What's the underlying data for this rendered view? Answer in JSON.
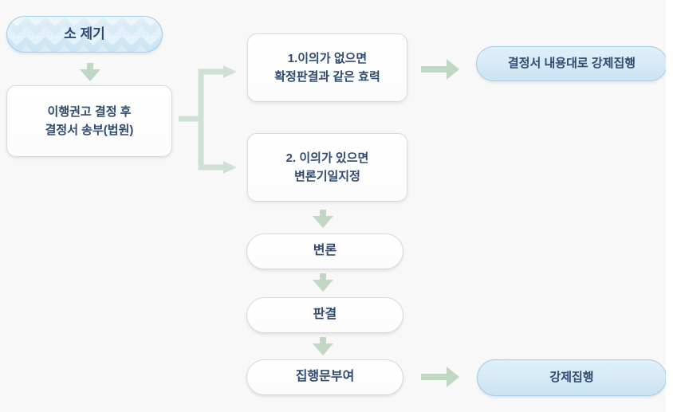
{
  "diagram": {
    "description": "flowchart",
    "nodes": {
      "filing": {
        "label": "소 제기"
      },
      "recommendation": {
        "line1": "이행권고 결정 후",
        "line2": "결정서 송부(법원)"
      },
      "branch_no_objection": {
        "line1": "1.이의가 없으면",
        "line2": "확정판결과 같은 효력"
      },
      "enforcement_per_decision": {
        "label": "결정서 내용대로 강제집행"
      },
      "branch_objection": {
        "line1": "2. 이의가 있으면",
        "line2": "변론기일지정"
      },
      "pleading": {
        "label": "변론"
      },
      "judgment": {
        "label": "판결"
      },
      "execution_clause": {
        "label": "집행문부여"
      },
      "compulsory_execution": {
        "label": "강제집행"
      }
    },
    "icons": {
      "arrow_down": "solid pale-green down arrow",
      "arrow_right": "solid pale-green right arrow",
      "branch_connector": "pale-green bracket splitting into two right arrows"
    },
    "colors": {
      "background": "#f8f8f8",
      "node_text": "#2e4a6e",
      "arrow_green": "#bed8c2",
      "connector_green": "#d0e1d3",
      "blue_fill_top": "#e1f0fa",
      "blue_fill_bottom": "#cbe3f2",
      "blue_border": "#a6cbe4",
      "white_border": "#d8d9dd"
    }
  }
}
